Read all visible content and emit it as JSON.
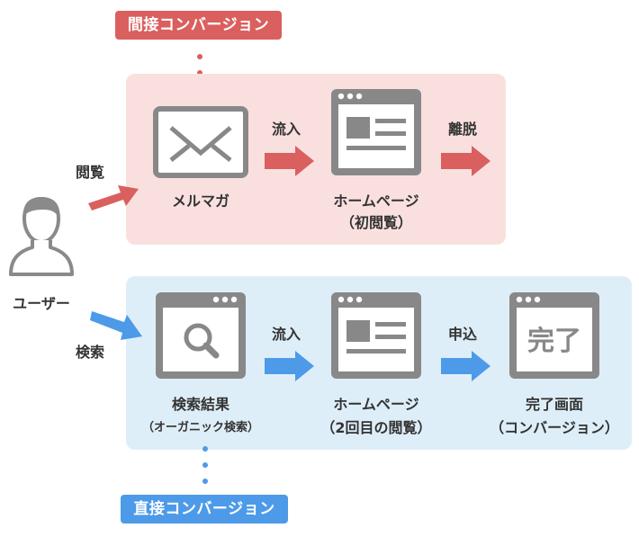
{
  "indirect": {
    "tag": "間接コンバージョン",
    "source_label": "閲覧",
    "step1_label": "メルマガ",
    "arrow1_label": "流入",
    "step2_label": "ホームページ",
    "step2_sub": "（初閲覧）",
    "arrow2_label": "離脱"
  },
  "user_label": "ユーザー",
  "direct": {
    "source_label": "検索",
    "step1_label": "検索結果",
    "step1_sub": "（オーガニック検索）",
    "arrow1_label": "流入",
    "step2_label": "ホームページ",
    "step2_sub": "（2回目の閲覧）",
    "arrow2_label": "申込",
    "step3_icon_text": "完了",
    "step3_label": "完了画面",
    "step3_sub": "（コンバージョン）",
    "tag": "直接コンバージョン"
  },
  "colors": {
    "red_accent": "#d9605f",
    "red_panel": "#f9e0df",
    "blue_accent": "#4d9ae8",
    "blue_panel": "#deeef9",
    "icon_gray": "#888888"
  },
  "icons": {
    "user": "user-silhouette-icon",
    "mail": "envelope-icon",
    "web": "webpage-icon",
    "search": "magnifier-icon",
    "complete": "complete-screen-icon"
  }
}
